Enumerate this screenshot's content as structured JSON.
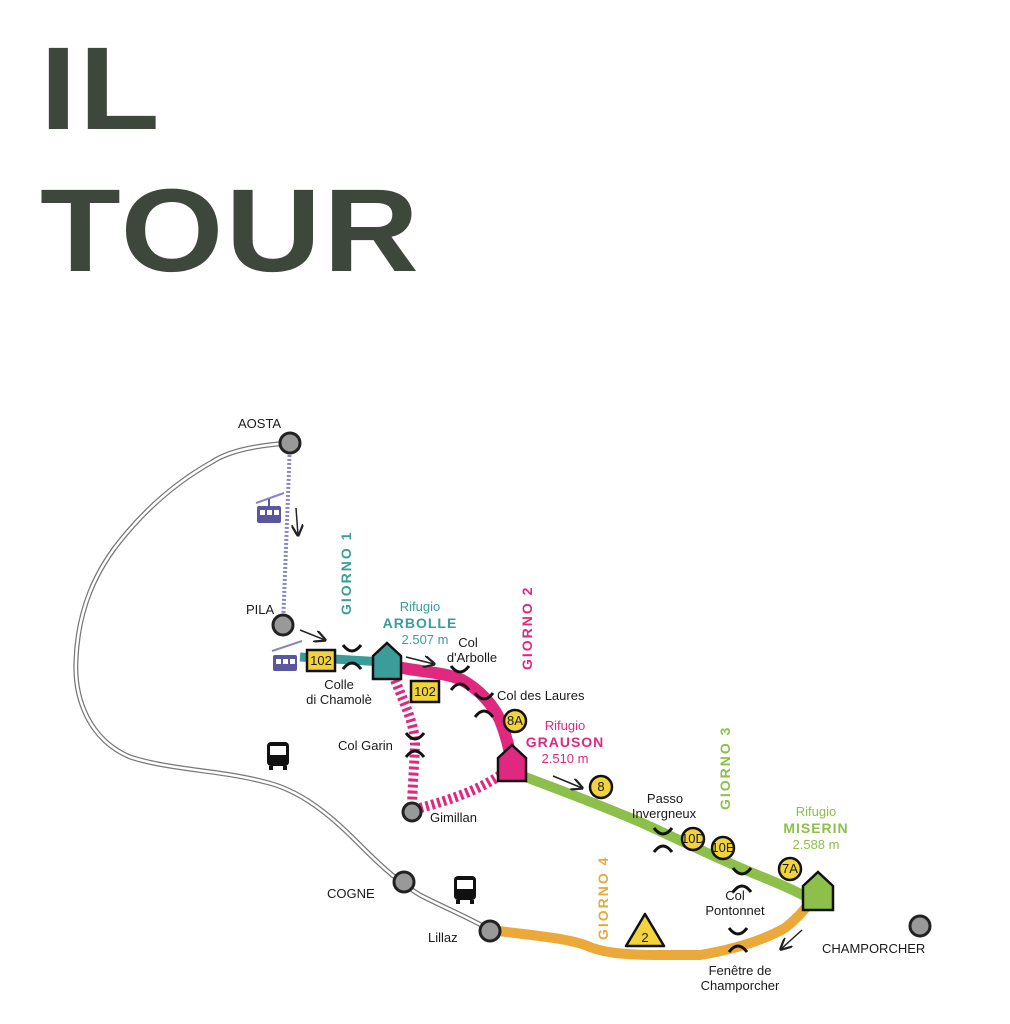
{
  "title": {
    "line1": "IL",
    "line2": "TOUR"
  },
  "colors": {
    "title": "#3e473b",
    "day1": "#3a9d9a",
    "day2": "#e0287f",
    "day3": "#8cc04a",
    "day4": "#eba93a",
    "road": "#9a9a9a",
    "cable": "#8a86c6"
  },
  "days": {
    "d1": "GIORNO 1",
    "d2": "GIORNO 2",
    "d3": "GIORNO 3",
    "d4": "GIORNO 4"
  },
  "towns": {
    "aosta": "AOSTA",
    "pila": "PILA",
    "cogne": "COGNE",
    "lillaz": "Lillaz",
    "gimillan": "Gimillan",
    "champorcher": "CHAMPORCHER"
  },
  "huts": {
    "arbolle": {
      "pre": "Rifugio",
      "name": "ARBOLLE",
      "alt": "2.507 m"
    },
    "grauson": {
      "pre": "Rifugio",
      "name": "GRAUSON",
      "alt": "2.510 m"
    },
    "miserin": {
      "pre": "Rifugio",
      "name": "MISERIN",
      "alt": "2.588 m"
    }
  },
  "passes": {
    "chamole": [
      "Colle",
      "di Chamolè"
    ],
    "arbolle": [
      "Col",
      "d'Arbolle"
    ],
    "laures": "Col des Laures",
    "garin": "Col Garin",
    "invergneux": [
      "Passo",
      "Invergneux"
    ],
    "pontonnet": [
      "Col",
      "Pontonnet"
    ],
    "fenetre": [
      "Fenêtre de",
      "Champorcher"
    ]
  },
  "trail_numbers": {
    "t102a": "102",
    "t102b": "102",
    "t8a": "8A",
    "t8": "8",
    "t10d": "10D",
    "t10e": "10E",
    "t7a": "7A",
    "t2": "2"
  }
}
